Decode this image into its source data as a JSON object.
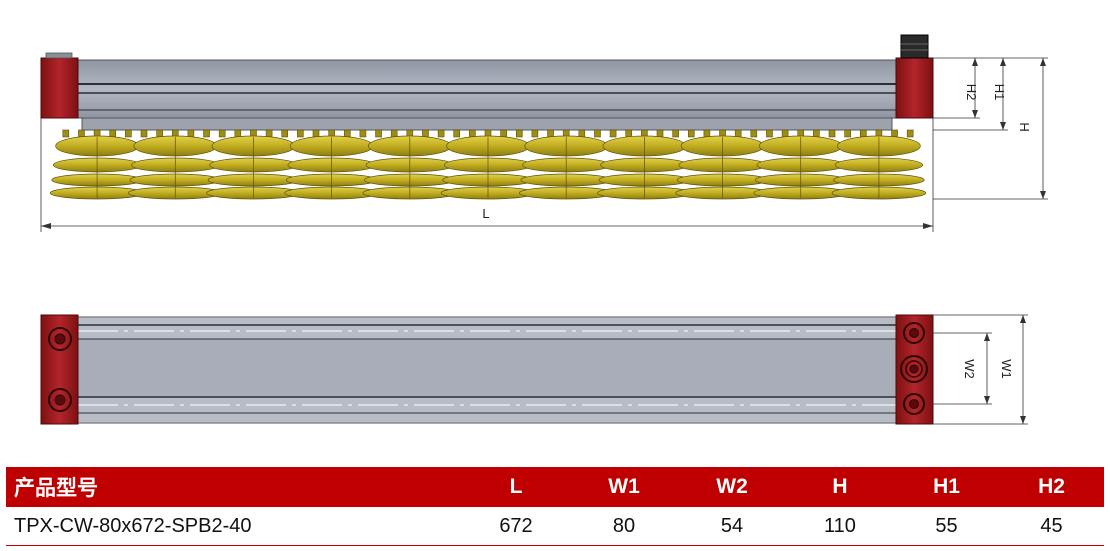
{
  "drawing": {
    "front_view": {
      "dimension_labels": {
        "L": "L",
        "H": "H",
        "H1": "H1",
        "H2": "H2"
      },
      "cup_count": 11
    },
    "top_view": {
      "dimension_labels": {
        "W1": "W1",
        "W2": "W2"
      }
    },
    "colors": {
      "end_block": "#a3191c",
      "body": "#a8adb9",
      "cups": "#c9b825",
      "table_header": "#c00000"
    }
  },
  "table": {
    "headers": [
      "产品型号",
      "L",
      "W1",
      "W2",
      "H",
      "H1",
      "H2"
    ],
    "rows": [
      [
        "TPX-CW-80x672-SPB2-40",
        "672",
        "80",
        "54",
        "110",
        "55",
        "45"
      ]
    ]
  }
}
